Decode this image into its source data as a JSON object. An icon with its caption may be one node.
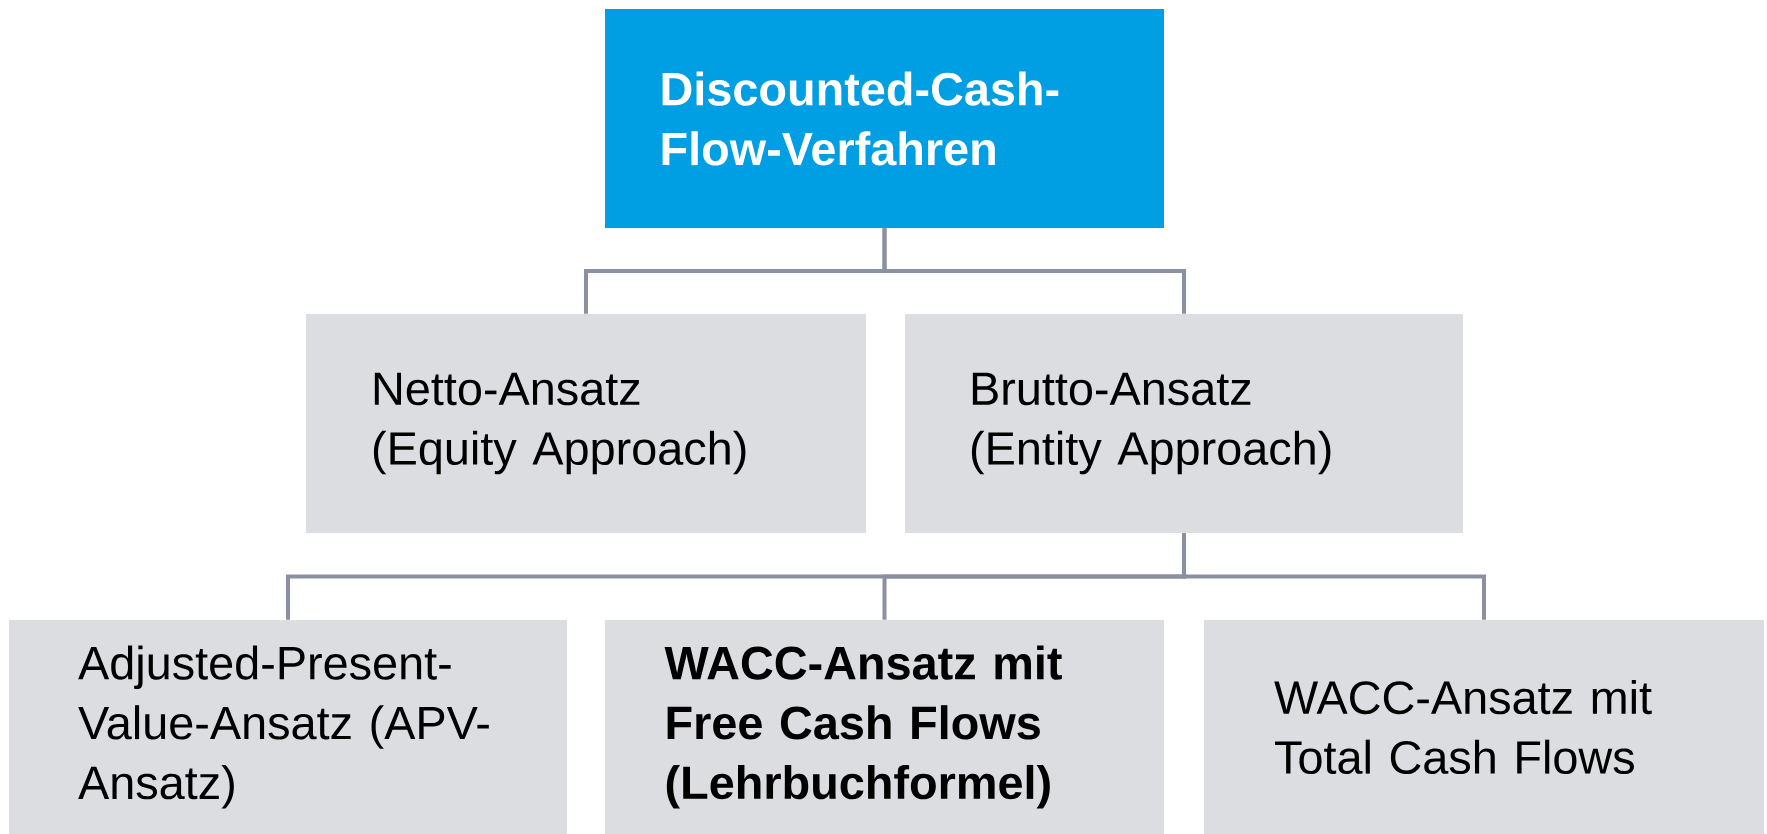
{
  "diagram": {
    "nodes": [
      {
        "text": [
          "Discounted-Cash-Flow-Verfahren"
        ]
      },
      {
        "text": [
          "Netto-Ansatz (Equity Approach)"
        ]
      },
      {
        "text": [
          "Brutto-Ansatz (Entity Approach)"
        ]
      },
      {
        "text": [
          "Adjusted-Present-Value-Ansatz (APV-Ansatz)"
        ]
      },
      {
        "text": [
          "WACC-Ansatz mit Free Cash Flows (Lehrbuchformel)"
        ]
      },
      {
        "text": [
          "WACC-Ansatz mit Total Cash Flows"
        ]
      }
    ],
    "edges": [
      {
        "from": 0,
        "to": 1,
        "arrow": "none"
      },
      {
        "from": 0,
        "to": 2,
        "arrow": "none"
      },
      {
        "from": 2,
        "to": 3,
        "arrow": "none"
      },
      {
        "from": 2,
        "to": 4,
        "arrow": "none"
      },
      {
        "from": 2,
        "to": 5,
        "arrow": "none"
      }
    ]
  }
}
